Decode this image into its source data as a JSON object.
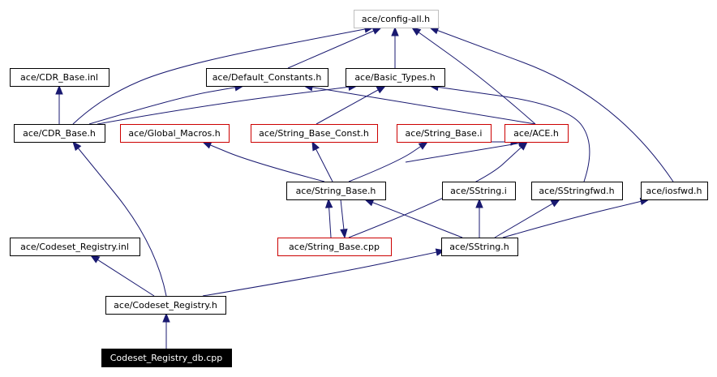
{
  "colors": {
    "edge": "#191970",
    "border_default": "#000000",
    "border_red": "#cc0000",
    "border_gray": "#bfbfbf",
    "root_fill": "#000000",
    "root_text": "#ffffff"
  },
  "graph": {
    "nodes": [
      {
        "id": "config_all",
        "label": "ace/config-all.h",
        "style": "gray"
      },
      {
        "id": "cdr_base_inl",
        "label": "ace/CDR_Base.inl",
        "style": "default"
      },
      {
        "id": "default_constants",
        "label": "ace/Default_Constants.h",
        "style": "default"
      },
      {
        "id": "basic_types",
        "label": "ace/Basic_Types.h",
        "style": "default"
      },
      {
        "id": "cdr_base_h",
        "label": "ace/CDR_Base.h",
        "style": "default"
      },
      {
        "id": "global_macros",
        "label": "ace/Global_Macros.h",
        "style": "red"
      },
      {
        "id": "string_base_const",
        "label": "ace/String_Base_Const.h",
        "style": "red"
      },
      {
        "id": "string_base_i",
        "label": "ace/String_Base.i",
        "style": "red"
      },
      {
        "id": "ace_h",
        "label": "ace/ACE.h",
        "style": "red"
      },
      {
        "id": "string_base_h",
        "label": "ace/String_Base.h",
        "style": "default"
      },
      {
        "id": "sstring_i",
        "label": "ace/SString.i",
        "style": "default"
      },
      {
        "id": "sstringfwd",
        "label": "ace/SStringfwd.h",
        "style": "default"
      },
      {
        "id": "iosfwd",
        "label": "ace/iosfwd.h",
        "style": "default"
      },
      {
        "id": "codeset_registry_inl",
        "label": "ace/Codeset_Registry.inl",
        "style": "default"
      },
      {
        "id": "string_base_cpp",
        "label": "ace/String_Base.cpp",
        "style": "red"
      },
      {
        "id": "sstring_h",
        "label": "ace/SString.h",
        "style": "default"
      },
      {
        "id": "codeset_registry_h",
        "label": "ace/Codeset_Registry.h",
        "style": "default"
      },
      {
        "id": "codeset_registry_db",
        "label": "Codeset_Registry_db.cpp",
        "style": "root"
      }
    ],
    "edges": [
      {
        "from": "codeset_registry_db",
        "to": "codeset_registry_h"
      },
      {
        "from": "codeset_registry_h",
        "to": "codeset_registry_inl"
      },
      {
        "from": "codeset_registry_h",
        "to": "cdr_base_h"
      },
      {
        "from": "codeset_registry_h",
        "to": "sstring_h"
      },
      {
        "from": "cdr_base_h",
        "to": "cdr_base_inl"
      },
      {
        "from": "cdr_base_h",
        "to": "config_all"
      },
      {
        "from": "cdr_base_h",
        "to": "default_constants"
      },
      {
        "from": "cdr_base_h",
        "to": "basic_types"
      },
      {
        "from": "default_constants",
        "to": "config_all"
      },
      {
        "from": "basic_types",
        "to": "config_all"
      },
      {
        "from": "ace_h",
        "to": "config_all"
      },
      {
        "from": "ace_h",
        "to": "default_constants"
      },
      {
        "from": "iosfwd",
        "to": "config_all"
      },
      {
        "from": "sstringfwd",
        "to": "basic_types"
      },
      {
        "from": "string_base_const",
        "to": "basic_types"
      },
      {
        "from": "string_base_h",
        "to": "global_macros"
      },
      {
        "from": "string_base_h",
        "to": "string_base_const"
      },
      {
        "from": "string_base_h",
        "to": "string_base_i"
      },
      {
        "from": "string_base_h",
        "to": "ace_h"
      },
      {
        "from": "string_base_h",
        "to": "string_base_cpp"
      },
      {
        "from": "string_base_cpp",
        "to": "string_base_h"
      },
      {
        "from": "string_base_cpp",
        "to": "ace_h"
      },
      {
        "from": "string_base_i",
        "to": "ace_h"
      },
      {
        "from": "sstring_h",
        "to": "string_base_h"
      },
      {
        "from": "sstring_h",
        "to": "sstring_i"
      },
      {
        "from": "sstring_h",
        "to": "sstringfwd"
      },
      {
        "from": "sstring_h",
        "to": "iosfwd"
      }
    ]
  }
}
